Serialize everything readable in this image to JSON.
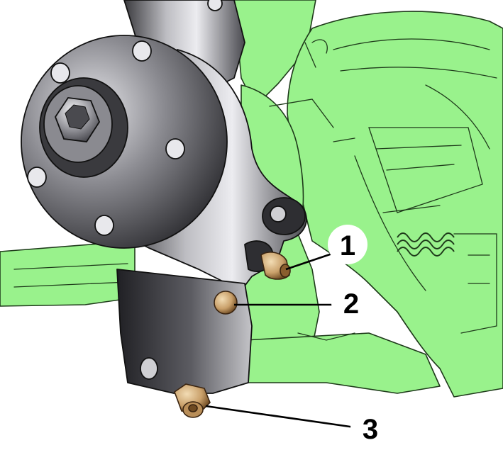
{
  "callouts": [
    {
      "number": "1",
      "part": "upper-bolt"
    },
    {
      "number": "2",
      "part": "lower-bolt"
    },
    {
      "number": "3",
      "part": "ball-joint-nut"
    }
  ],
  "colors": {
    "background_component": "#99f28c",
    "background_outline": "#1e3a1a",
    "knuckle_dark": "#2c2c30",
    "knuckle_light": "#b9b9bd",
    "bolt_bronze": "#c9a06a",
    "leader_line": "#000000",
    "callout_bg": "#ffffff"
  },
  "icons": {
    "hub": "wheel-hub-icon",
    "nut": "hex-nut-icon",
    "bolt": "bolt-head-icon"
  }
}
